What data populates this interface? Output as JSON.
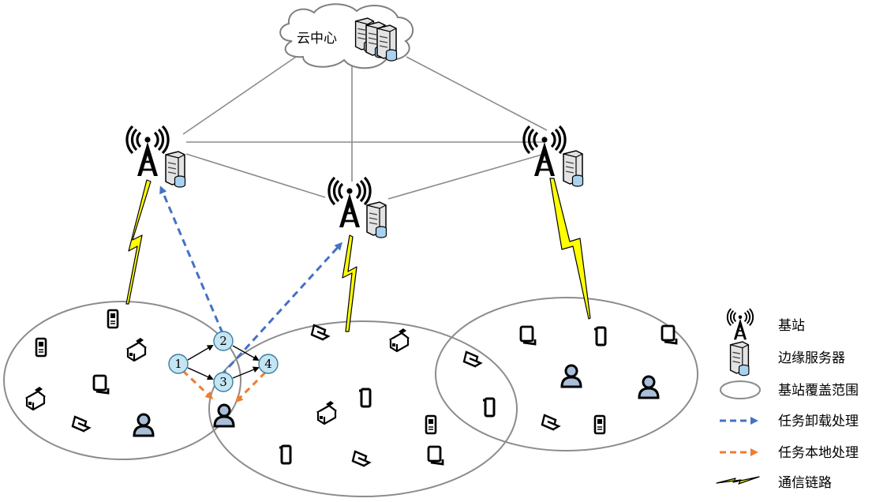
{
  "cloud": {
    "label": "云中心"
  },
  "tasks": {
    "t1": "1",
    "t2": "2",
    "t3": "3",
    "t4": "4"
  },
  "legend": {
    "base_station": "基站",
    "edge_server": "边缘服务器",
    "coverage": "基站覆盖范围",
    "offload": "任务卸载处理",
    "local": "任务本地处理",
    "link": "通信链路"
  },
  "colors": {
    "offload": "#4472c4",
    "local": "#ed7d31",
    "lightning": "#ffff00",
    "task_node": "#c5e5f3",
    "user": "#a9bfd8"
  }
}
